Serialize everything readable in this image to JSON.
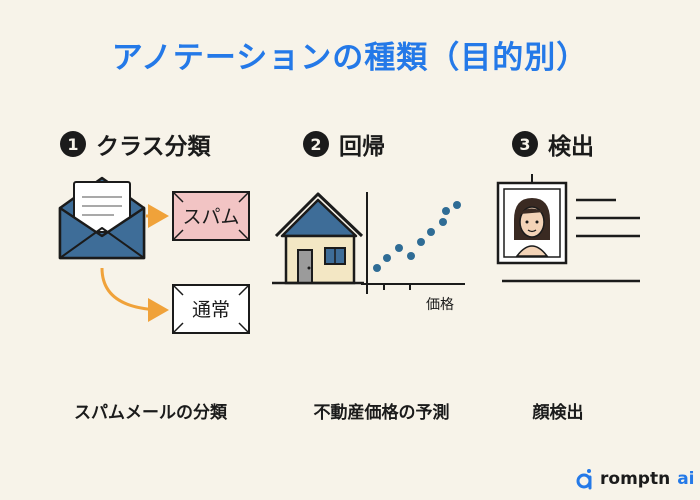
{
  "title": "アノテーションの種類（目的別）",
  "sections": [
    {
      "number": "1",
      "heading": "クラス分類",
      "labels": {
        "spam": "スパム",
        "normal": "通常"
      },
      "caption": "スパムメールの分類",
      "icons": {
        "envelope": "envelope-icon",
        "spam_card": "spam-label-icon",
        "normal_card": "normal-label-icon"
      }
    },
    {
      "number": "2",
      "heading": "回帰",
      "axis_label": "価格",
      "caption": "不動産価格の予測",
      "icons": {
        "house": "house-icon",
        "scatter": "scatter-plot-icon"
      }
    },
    {
      "number": "3",
      "heading": "検出",
      "caption": "顔検出",
      "icons": {
        "face": "face-photo-icon",
        "lines": "text-lines-icon"
      }
    }
  ],
  "colors": {
    "title": "#2479e8",
    "accent_arrow": "#f0a23a",
    "envelope": "#3e6d98",
    "spam_card": "#f2c4c4",
    "dots": "#2f6c95",
    "house_wall": "#f3e7c4"
  },
  "logo": {
    "text": "romptn",
    "ai": "ai"
  }
}
